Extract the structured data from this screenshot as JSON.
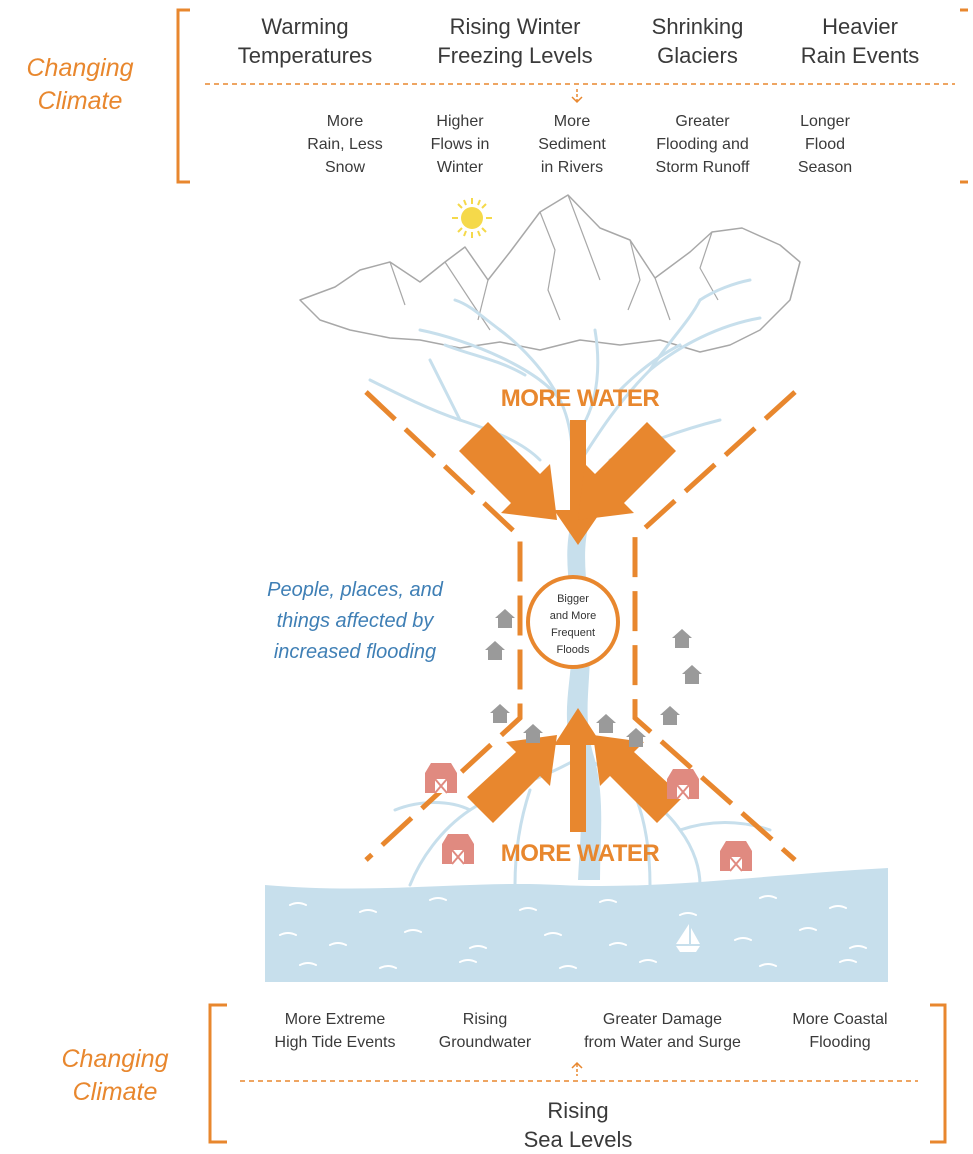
{
  "top": {
    "climate_label": "Changing\nClimate",
    "drivers": [
      "Warming\nTemperatures",
      "Rising Winter\nFreezing Levels",
      "Shrinking\nGlaciers",
      "Heavier\nRain Events"
    ],
    "effects": [
      "More\nRain, Less\nSnow",
      "Higher\nFlows in\nWinter",
      "More\nSediment\nin Rivers",
      "Greater\nFlooding and\nStorm Runoff",
      "Longer\nFlood\nSeason"
    ]
  },
  "middle": {
    "more_water_top": "MORE WATER",
    "more_water_bottom": "MORE WATER",
    "flood_circle": "Bigger\nand More\nFrequent\nFloods",
    "people_text": "People, places, and\nthings affected by\nincreased flooding"
  },
  "bottom": {
    "climate_label": "Changing\nClimate",
    "effects": [
      "More Extreme\nHigh Tide Events",
      "Rising\nGroundwater",
      "Greater Damage\nfrom Water and Surge",
      "More Coastal\nFlooding"
    ],
    "driver": "Rising\nSea Levels"
  },
  "colors": {
    "accent_orange": "#e8872e",
    "river_blue": "#c7dfec",
    "text_blue": "#3f7fb5",
    "house_gray": "#9a9a9a",
    "barn_red": "#e08a80",
    "sun_yellow": "#f5d94a",
    "mountain_gray": "#a8a8a8"
  },
  "icons": [
    "sun-icon",
    "house-icon",
    "barn-icon",
    "sailboat-icon",
    "down-arrow-icon",
    "up-arrow-icon"
  ]
}
